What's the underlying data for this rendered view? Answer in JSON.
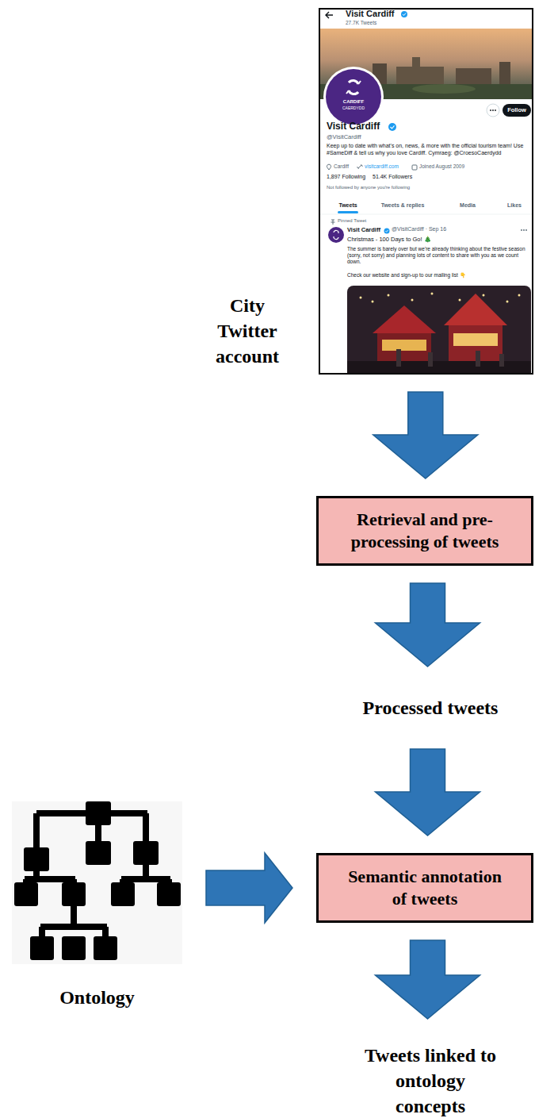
{
  "diagram": {
    "nodes": [
      {
        "text": [
          "City Twitter account"
        ]
      },
      {
        "text": [
          "Retrieval and pre-processing of tweets"
        ]
      },
      {
        "text": [
          "Processed tweets"
        ]
      },
      {
        "text": [
          "Ontology"
        ]
      },
      {
        "text": [
          "Semantic annotation of tweets"
        ]
      },
      {
        "text": [
          "Tweets linked to ontology concepts"
        ]
      }
    ],
    "edges": [
      {
        "from": 0,
        "to": 1,
        "arrow": "to"
      },
      {
        "from": 1,
        "to": 2,
        "arrow": "to"
      },
      {
        "from": 2,
        "to": 4,
        "arrow": "to"
      },
      {
        "from": 3,
        "to": 4,
        "arrow": "to"
      },
      {
        "from": 4,
        "to": 5,
        "arrow": "to"
      }
    ],
    "labels": [
      "Visit Cardiff",
      "27.7K Tweets",
      "Follow",
      "CARDIFF",
      "CAERDYDD",
      "Visit Cardiff",
      "@VisitCardiff",
      "Keep up to date with what's on, news, & more with the official tourism team! Use #SameDiff & tell us why you love Cardiff. Cymraeg: @CroesoCaerdydd",
      "Cardiff",
      "visitcardiff.com",
      "Joined August 2009",
      "1,897 Following",
      "51.4K Followers",
      "Not followed by anyone you're following",
      "Tweets",
      "Tweets & replies",
      "Media",
      "Likes",
      "Pinned Tweet",
      "Visit Cardiff",
      "@VisitCardiff · Sep 16",
      "Christmas - 100 Days to Go! 🎄",
      "The summer is barely over but we're already thinking about the festive season (sorry, not sorry) and planning lots of content to share with you as we count down.",
      "Check our website and sign-up to our mailing list 👇"
    ]
  }
}
